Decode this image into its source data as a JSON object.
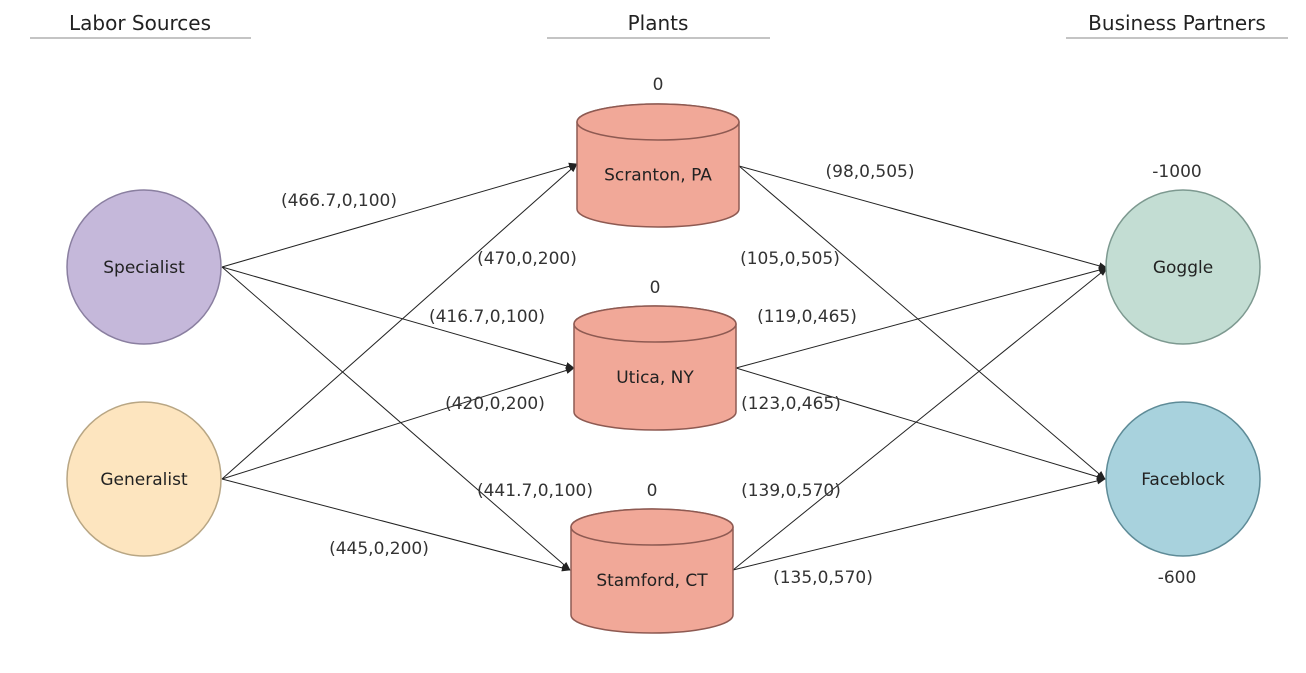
{
  "headers": {
    "labor_sources": "Labor Sources",
    "plants": "Plants",
    "business_partners": "Business Partners"
  },
  "labor": [
    {
      "id": "specialist",
      "label": "Specialist",
      "color": "#c5b8da",
      "stroke": "#8a7fa0"
    },
    {
      "id": "generalist",
      "label": "Generalist",
      "color": "#fde5bf",
      "stroke": "#b8a684"
    }
  ],
  "plants": [
    {
      "id": "scranton",
      "label": "Scranton, PA",
      "supply": "0"
    },
    {
      "id": "utica",
      "label": "Utica, NY",
      "supply": "0"
    },
    {
      "id": "stamford",
      "label": "Stamford, CT",
      "supply": "0"
    }
  ],
  "plant_colors": {
    "fill": "#f1a898",
    "stroke": "#8e5a52"
  },
  "partners": [
    {
      "id": "goggle",
      "label": "Goggle",
      "demand": "-1000",
      "color": "#c3ddd3",
      "stroke": "#7d9990"
    },
    {
      "id": "faceblock",
      "label": "Faceblock",
      "demand": "-600",
      "color": "#a8d2dd",
      "stroke": "#5e8b97"
    }
  ],
  "edges": [
    {
      "from": "specialist",
      "to": "scranton",
      "label": "(466.7,0,100)"
    },
    {
      "from": "specialist",
      "to": "utica",
      "label": "(416.7,0,100)"
    },
    {
      "from": "specialist",
      "to": "stamford",
      "label": "(441.7,0,100)"
    },
    {
      "from": "generalist",
      "to": "scranton",
      "label": "(470,0,200)"
    },
    {
      "from": "generalist",
      "to": "utica",
      "label": "(420,0,200)"
    },
    {
      "from": "generalist",
      "to": "stamford",
      "label": "(445,0,200)"
    },
    {
      "from": "scranton",
      "to": "goggle",
      "label": "(98,0,505)"
    },
    {
      "from": "scranton",
      "to": "faceblock",
      "label": "(105,0,505)"
    },
    {
      "from": "utica",
      "to": "goggle",
      "label": "(119,0,465)"
    },
    {
      "from": "utica",
      "to": "faceblock",
      "label": "(123,0,465)"
    },
    {
      "from": "stamford",
      "to": "goggle",
      "label": "(139,0,570)"
    },
    {
      "from": "stamford",
      "to": "faceblock",
      "label": "(135,0,570)"
    }
  ]
}
